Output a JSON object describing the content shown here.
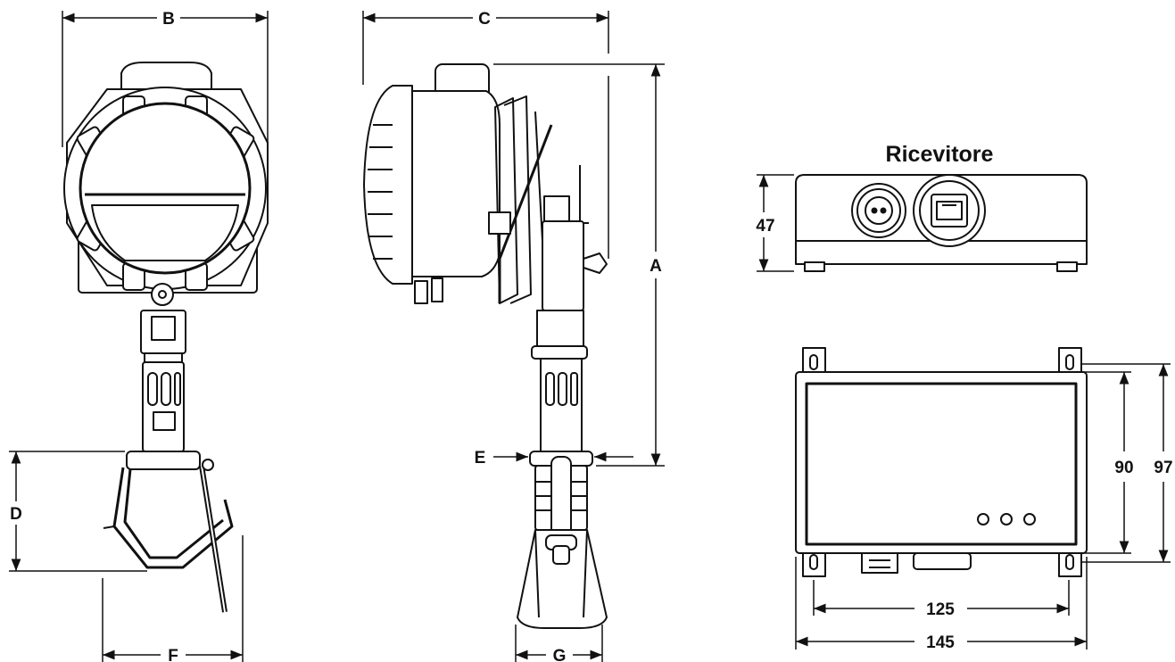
{
  "device_dimensions": {
    "a": "A",
    "b": "B",
    "c": "C",
    "d": "D",
    "e": "E",
    "f": "F",
    "g": "G"
  },
  "receiver": {
    "title": "Ricevitore",
    "height": "47",
    "inner_height": "90",
    "outer_height": "97",
    "hole_spacing": "125",
    "overall_width": "145"
  }
}
